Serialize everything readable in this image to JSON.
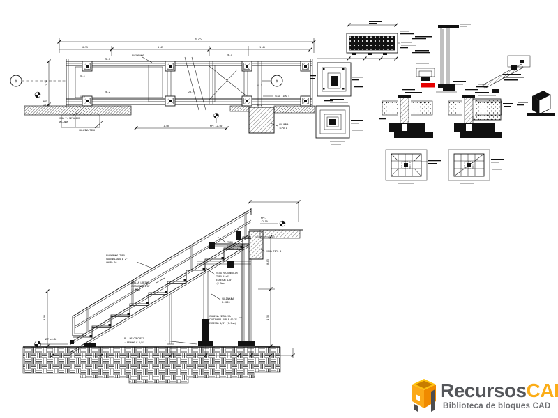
{
  "page": {
    "background": "#ffffff",
    "colors": {
      "line": "#1a1a1a",
      "red": "#e60000"
    }
  },
  "plan_view": {
    "dims": {
      "total": "4.45",
      "seg_1": "0.95",
      "seg_2": "1.45",
      "seg_3": "1.45",
      "left_height": "1.20",
      "bottom_1": "1.50"
    },
    "levels": {
      "npt_ground_1": "NPT",
      "npt_ground_2": "+0.00",
      "npt_landing": "NPT +2.50"
    },
    "axis_bubble": "X",
    "labels": {
      "pasamanos": "PASAMANOS",
      "zb_1": "ZB-1",
      "zb_2": "ZB-2",
      "vu_1": "VU-1",
      "vu_2": "VU-2",
      "viga_tipo_4": "VIGA TIPO 4",
      "columna_tipo": "COLUMNA TIPO",
      "columna_1": "COLUMNA",
      "columna_2": "TIPO 1",
      "viga_metalica_1": "VIGA T. METALICA",
      "viga_metalica_2": "ANCLADA"
    }
  },
  "section_view": {
    "dims": {
      "rail_height": "0.90",
      "right_upper": "0.85",
      "right_lower": "1.55"
    },
    "levels": {
      "npt_ground": "NPT +0.00",
      "npt_landing_1": "NPT.",
      "npt_landing_2": "+2.50"
    },
    "labels": {
      "pasamanos_1": "PASAMANOS TUBO",
      "pasamanos_2": "GALVANIZADO Ø 2\"",
      "pasamanos_3": "CHAPA 16",
      "tubo_1": "TUBO",
      "tubo_2": "GALVANIZADO",
      "tubo_3": "CHAPA 14",
      "huella_1": "HUELLA LAMINA",
      "huella_2": "CORRUGADA 1/8\"",
      "huella_3": "(1.5mm)",
      "viga_rect_1": "VIGA RECTANGULAR",
      "viga_rect_2": "TUBO 4\"x2\"",
      "viga_rect_3": "ESPESOR 1/8\"",
      "viga_rect_4": "(1.5mm)",
      "soldadura_1": "SOLDADURA",
      "soldadura_2": "E-6013",
      "columna_1": "COLUMNA METALICA",
      "columna_2": "COSTANERA DOBLE 6\"x2\"",
      "columna_3": "ESPESOR 1/8\" (1.5mm)",
      "viga_tipo_4": "VIGA TIPO 4",
      "base_1": "PL. DE CONCRETO",
      "base_2": "+ PERNOS Ø 1/2\""
    }
  },
  "logo": {
    "brand_primary": "Recursos",
    "brand_accent": "CAD",
    "tagline": "Biblioteca de bloques CAD",
    "colors": {
      "primary_text": "#54565A",
      "accent_text": "#FBAD18",
      "tagline_text": "#6d6e71",
      "icon_yellow": "#FFC20E",
      "icon_orange": "#FBA919",
      "icon_dark_orange": "#F08A00",
      "icon_interior": "#C87D00",
      "icon_gray": "#4D4D4F"
    }
  }
}
